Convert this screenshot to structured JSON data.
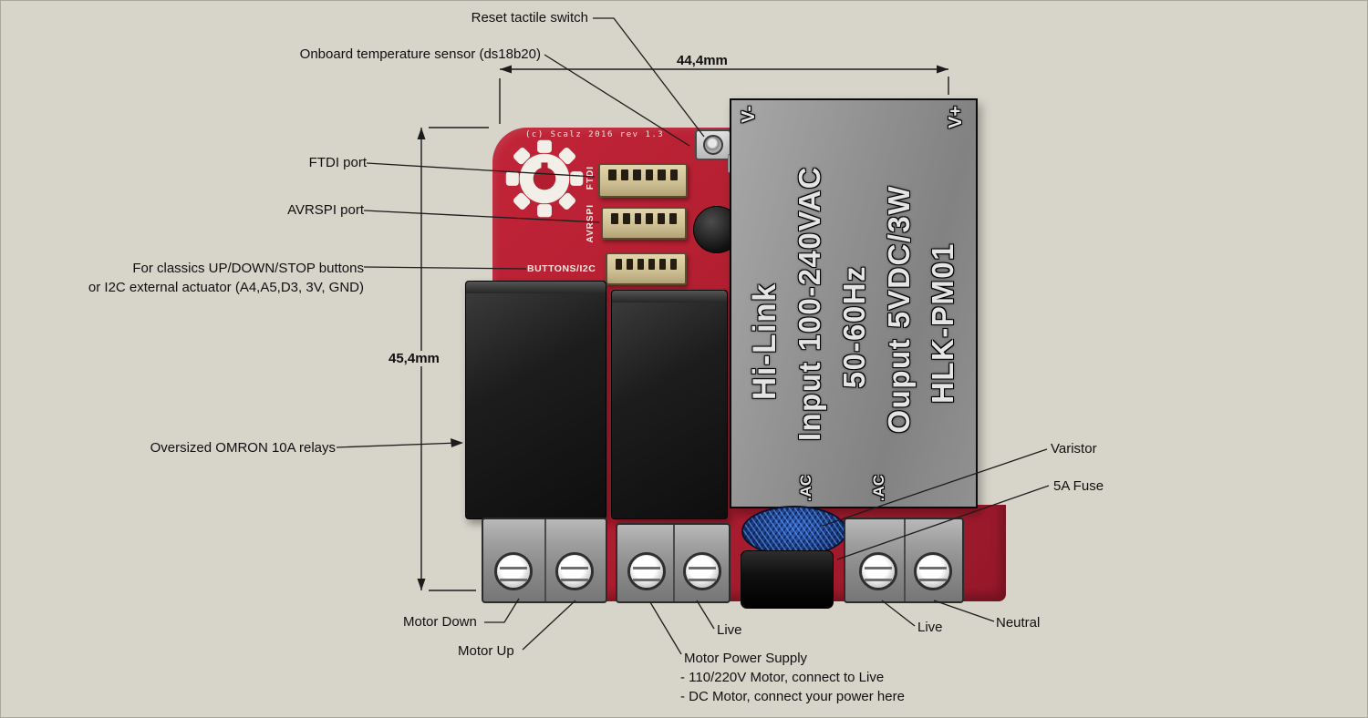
{
  "canvas": {
    "background": "#d7d4ca"
  },
  "colors": {
    "pcb": "#b01e30",
    "module": "#8f8f8f",
    "relay": "#1a1a1a",
    "varistor": "#16397e"
  },
  "dimension_labels": {
    "width": "44,4mm",
    "height": "45,4mm"
  },
  "callouts": {
    "reset": "Reset tactile switch",
    "temp_sensor": "Onboard temperature sensor (ds18b20)",
    "ftdi": "FTDI port",
    "avrspi": "AVRSPI port",
    "buttons_line1": "For classics UP/DOWN/STOP buttons",
    "buttons_line2": "or I2C external actuator (A4,A5,D3, 3V, GND)",
    "relays": "Oversized OMRON 10A relays",
    "varistor": "Varistor",
    "fuse": "5A Fuse",
    "motor_down": "Motor Down",
    "motor_up": "Motor Up",
    "live_motor": "Live",
    "live_mains": "Live",
    "neutral": "Neutral",
    "motor_power_title": "Motor Power Supply",
    "motor_power_line1": "- 110/220V Motor, connect to Live",
    "motor_power_line2": "- DC Motor, connect your power here"
  },
  "pcb_silkscreen": {
    "copyright": "(c) Scalz 2016 rev 1.3",
    "ftdi": "FTDI",
    "avrspi": "AVRSPI",
    "buttons": "BUTTONS/I2C"
  },
  "psu_module": {
    "brand": "Hi-Link",
    "input": "Input 100-240VAC",
    "freq": "50-60Hz",
    "output": "Ouput 5VDC/3W",
    "model": "HLK-PM01",
    "v_minus": "V-",
    "v_plus": "V+",
    "ac_left": ".AC",
    "ac_right": ".AC"
  }
}
